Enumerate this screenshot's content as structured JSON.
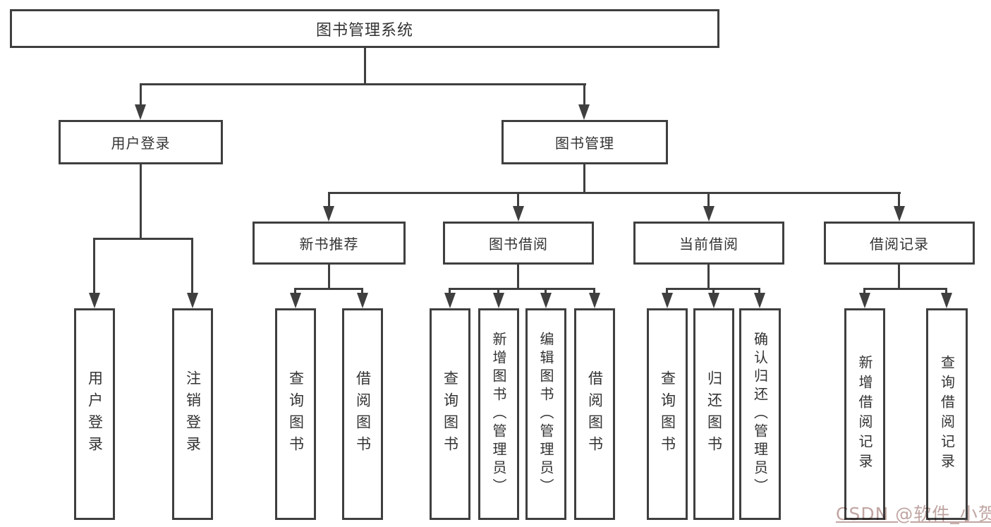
{
  "diagram": {
    "title": "图书管理系统",
    "branches": {
      "user_login": {
        "label": "用户登录",
        "children": [
          "用户登录",
          "注销登录"
        ]
      },
      "book_management": {
        "label": "图书管理",
        "children": {
          "new_book_recommend": {
            "label": "新书推荐",
            "children": [
              "查询图书",
              "借阅图书"
            ]
          },
          "book_borrow": {
            "label": "图书借阅",
            "children": [
              "查询图书",
              "新增图书（管理员）",
              "编辑图书（管理员）",
              "借阅图书"
            ]
          },
          "current_borrow": {
            "label": "当前借阅",
            "children": [
              "查询图书",
              "归还图书",
              "确认归还（管理员）"
            ]
          },
          "borrow_record": {
            "label": "借阅记录",
            "children": [
              "新增借阅记录",
              "查询借阅记录"
            ]
          }
        }
      }
    }
  },
  "watermark": {
    "text": "CSDN @软件_小贺同学",
    "color": "#c0a5a2"
  },
  "colors": {
    "line": "#3f3f3f",
    "text": "#333333",
    "background": "#ffffff"
  }
}
